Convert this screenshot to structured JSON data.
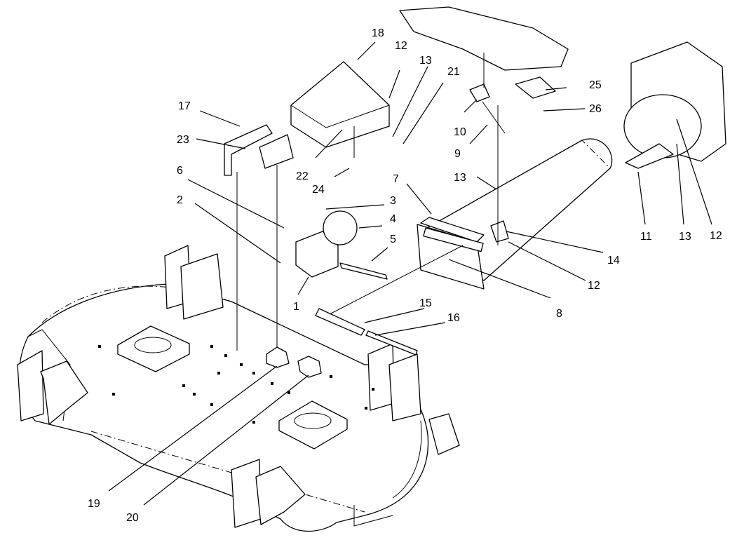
{
  "callouts": [
    {
      "id": "c1",
      "label": "1"
    },
    {
      "id": "c2",
      "label": "2"
    },
    {
      "id": "c3",
      "label": "3"
    },
    {
      "id": "c4",
      "label": "4"
    },
    {
      "id": "c5",
      "label": "5"
    },
    {
      "id": "c6",
      "label": "6"
    },
    {
      "id": "c7",
      "label": "7"
    },
    {
      "id": "c8",
      "label": "8"
    },
    {
      "id": "c9",
      "label": "9"
    },
    {
      "id": "c10",
      "label": "10"
    },
    {
      "id": "c11",
      "label": "11"
    },
    {
      "id": "c12a",
      "label": "12"
    },
    {
      "id": "c12b",
      "label": "12"
    },
    {
      "id": "c12c",
      "label": "12"
    },
    {
      "id": "c13a",
      "label": "13"
    },
    {
      "id": "c13b",
      "label": "13"
    },
    {
      "id": "c13c",
      "label": "13"
    },
    {
      "id": "c14",
      "label": "14"
    },
    {
      "id": "c15",
      "label": "15"
    },
    {
      "id": "c16",
      "label": "16"
    },
    {
      "id": "c17",
      "label": "17"
    },
    {
      "id": "c18",
      "label": "18"
    },
    {
      "id": "c19",
      "label": "19"
    },
    {
      "id": "c20",
      "label": "20"
    },
    {
      "id": "c21",
      "label": "21"
    },
    {
      "id": "c22",
      "label": "22"
    },
    {
      "id": "c23",
      "label": "23"
    },
    {
      "id": "c24",
      "label": "24"
    },
    {
      "id": "c25",
      "label": "25"
    },
    {
      "id": "c26",
      "label": "26"
    }
  ]
}
